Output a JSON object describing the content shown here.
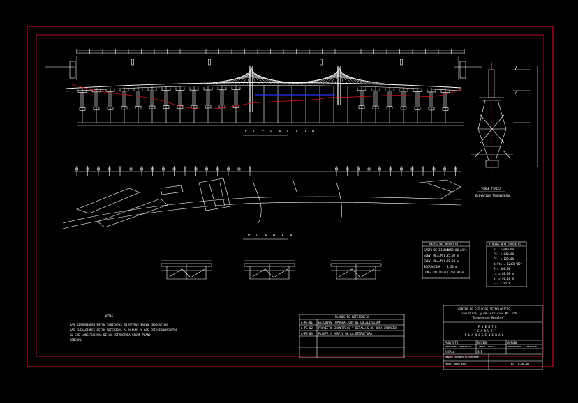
{
  "drawing": {
    "elevation_title": "E L E V A C I O N",
    "plan_title": "P L A N T A",
    "tower_title": "ELEVACION TRANSVERSAL",
    "tower_subtitle": "TORRE TIPICA"
  },
  "notes": {
    "heading": "NOTAS",
    "lines": [
      "LAS DIMENSIONES ESTAN INDICADAS EN METROS SALVO INDICACION",
      "LAS ELEVACIONES ESTAN REFERIDAS AL N.M.M. Y LOS ESTACIONAMIENTOS",
      "AL EJE LONGITUDINAL DE LA ESTRUCTURA SEGUN PLANO",
      "GENERAL"
    ]
  },
  "references": {
    "header": "PLANOS DE REFERENCIA",
    "rows": [
      {
        "code": "A-PE-01",
        "text": "ESTUDIOS TOPOGRAFICOS DE LOCALIZACION"
      },
      {
        "code": "A-PE-02",
        "text": "PROYECTO GEOMETRICO Y DETALLES DE OBRA INDUCIDA"
      },
      {
        "code": "A-PE-03",
        "text": "PLANTA Y PERFIL DE LA ESTRUCTURA"
      }
    ]
  },
  "data_box_1": {
    "header": "DATOS DE PROYECTO",
    "rows": [
      [
        "GASTO DE DISENO",
        "2450.00 m3/s"
      ],
      [
        "ELEV. N.A.M.E.",
        "35.80 m"
      ],
      [
        "ELEV. N.A.M.O.",
        "30.20 m"
      ],
      [
        "SOCAVACION",
        "8.50 m"
      ],
      [
        "LONGITUD TOTAL",
        "1,250.00 m"
      ]
    ]
  },
  "data_box_2": {
    "header": "CURVAS HORIZONTALES",
    "rows": [
      "PI: 1+080.00",
      "PC: 1+040.00",
      "PT: 1+120.00",
      "delta = 12d30'00\"",
      "R = 800.00",
      "Lc = 80.00 m",
      "ST = 40.10 m",
      "E = 1.95 m"
    ]
  },
  "title_block": {
    "org_line1": "CENTRO DE ESTUDIOS TECNOLOGICOS,",
    "org_line2": "industrial y de servicios No. 229",
    "org_line3": "\"Stephenson Morales\"",
    "project": "P U E N T E",
    "project_name": "\"  C A B L E  \"",
    "drawing": "P L A N O    G E N E R A L",
    "f1_label": "PROYECTO",
    "f1_value": "ESTRUCTURA ATIRANTADA",
    "f2_label": "REVISO",
    "f2_value": "DEPTO. CIVIL",
    "f3_label": "APROBO",
    "f3_value": "ARQUITECTURA Y URBANISMO",
    "f4_label": "ESCALA",
    "f4_value": "S/E",
    "f5": "DIBUJO: ALUMNOS 6o SEMESTRE",
    "f6": "FECHA: ENERO 2002",
    "sheet": "No. A-PG-01"
  }
}
